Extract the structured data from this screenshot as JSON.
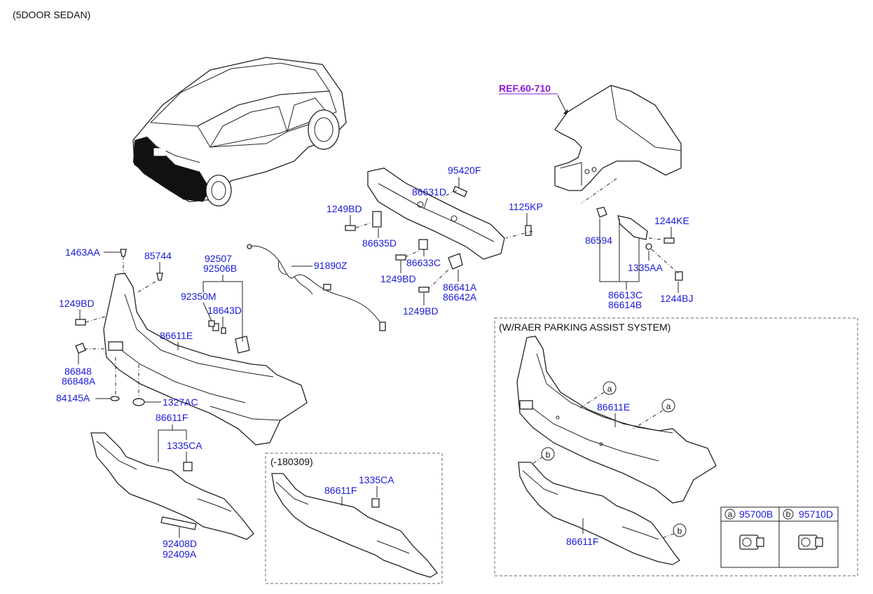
{
  "header": {
    "title": "(5DOOR SEDAN)"
  },
  "ref_label": "REF.60-710",
  "labels": {
    "p95420F": "95420F",
    "p86631D": "86631D",
    "p1249BD_a": "1249BD",
    "p86635D": "86635D",
    "p1125KP": "1125KP",
    "p86633C": "86633C",
    "p1249BD_b": "1249BD",
    "p86641A": "86641A",
    "p86642A": "86642A",
    "p1249BD_c": "1249BD",
    "p1463AA": "1463AA",
    "p85744": "85744",
    "p92507": "92507",
    "p92506B": "92506B",
    "p91890Z": "91890Z",
    "p92350M": "92350M",
    "p18643D": "18643D",
    "p1249BD_d": "1249BD",
    "p86611E": "86611E",
    "p86848": "86848",
    "p86848A": "86848A",
    "p84145A": "84145A",
    "p1327AC": "1327AC",
    "p86611F": "86611F",
    "p1335CA": "1335CA",
    "p92408D": "92408D",
    "p92409A": "92409A",
    "p86594": "86594",
    "p1244KE": "1244KE",
    "p1335AA": "1335AA",
    "p86613C": "86613C",
    "p86614B": "86614B",
    "p1244BJ": "1244BJ"
  },
  "inset_180309": {
    "title": "(-180309)",
    "p1335CA": "1335CA",
    "p86611F": "86611F"
  },
  "inset_parking": {
    "title": "(W/RAER PARKING ASSIST SYSTEM)",
    "p86611E": "86611E",
    "p86611F": "86611F",
    "marker_a": "a",
    "marker_b": "b",
    "legend": [
      {
        "marker": "a",
        "part": "95700B"
      },
      {
        "marker": "b",
        "part": "95710D"
      }
    ]
  },
  "colors": {
    "part_label": "#1a1ad6",
    "ref_label": "#8a1ad6",
    "outline": "#222222"
  }
}
